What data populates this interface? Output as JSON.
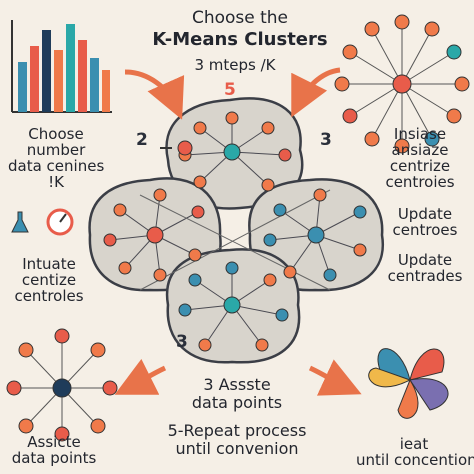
{
  "title": {
    "line1": "Choose the",
    "line2": "K-Means Clusters"
  },
  "subtitle": "3 mteps /K",
  "step_numbers": {
    "top_center": "5",
    "left_mid": "2",
    "right_mid": "3",
    "bottom_center_small": "3"
  },
  "left_labels": {
    "choose": [
      "Choose",
      "number",
      "data cenines",
      "!K"
    ],
    "initiate": [
      "Intuate",
      "centize",
      "centroles"
    ],
    "assign_bottom": [
      "Assicte",
      "data points"
    ]
  },
  "right_labels": {
    "initialize": [
      "Insiase",
      "ansiaze",
      "centrize",
      "centroies"
    ],
    "update1": [
      "Update",
      "centroes"
    ],
    "update2": [
      "Update",
      "centrades"
    ],
    "until_bottom": [
      "ieat",
      "until concention"
    ]
  },
  "center_bottom": {
    "assign": "3 Assste",
    "data_points": "data points",
    "repeat": "5-Repeat process",
    "until": "until convenion"
  },
  "colors": {
    "background": "#f5efe6",
    "cluster_fill": "#d8d4cc",
    "cluster_stroke": "#3b3e46",
    "orange": "#f07a4a",
    "red": "#e85c4a",
    "blue": "#3b8fb0",
    "teal": "#2aa8a8",
    "navy": "#1f3c5a",
    "purple": "#7a6fb0",
    "yellow": "#f0b84a"
  },
  "icons": {
    "bar_chart": "bar-chart-icon",
    "flask": "flask-icon",
    "gauge": "gauge-icon",
    "target": "target-icon",
    "arrow": "curved-arrow-icon",
    "flower": "petal-pie-icon"
  }
}
